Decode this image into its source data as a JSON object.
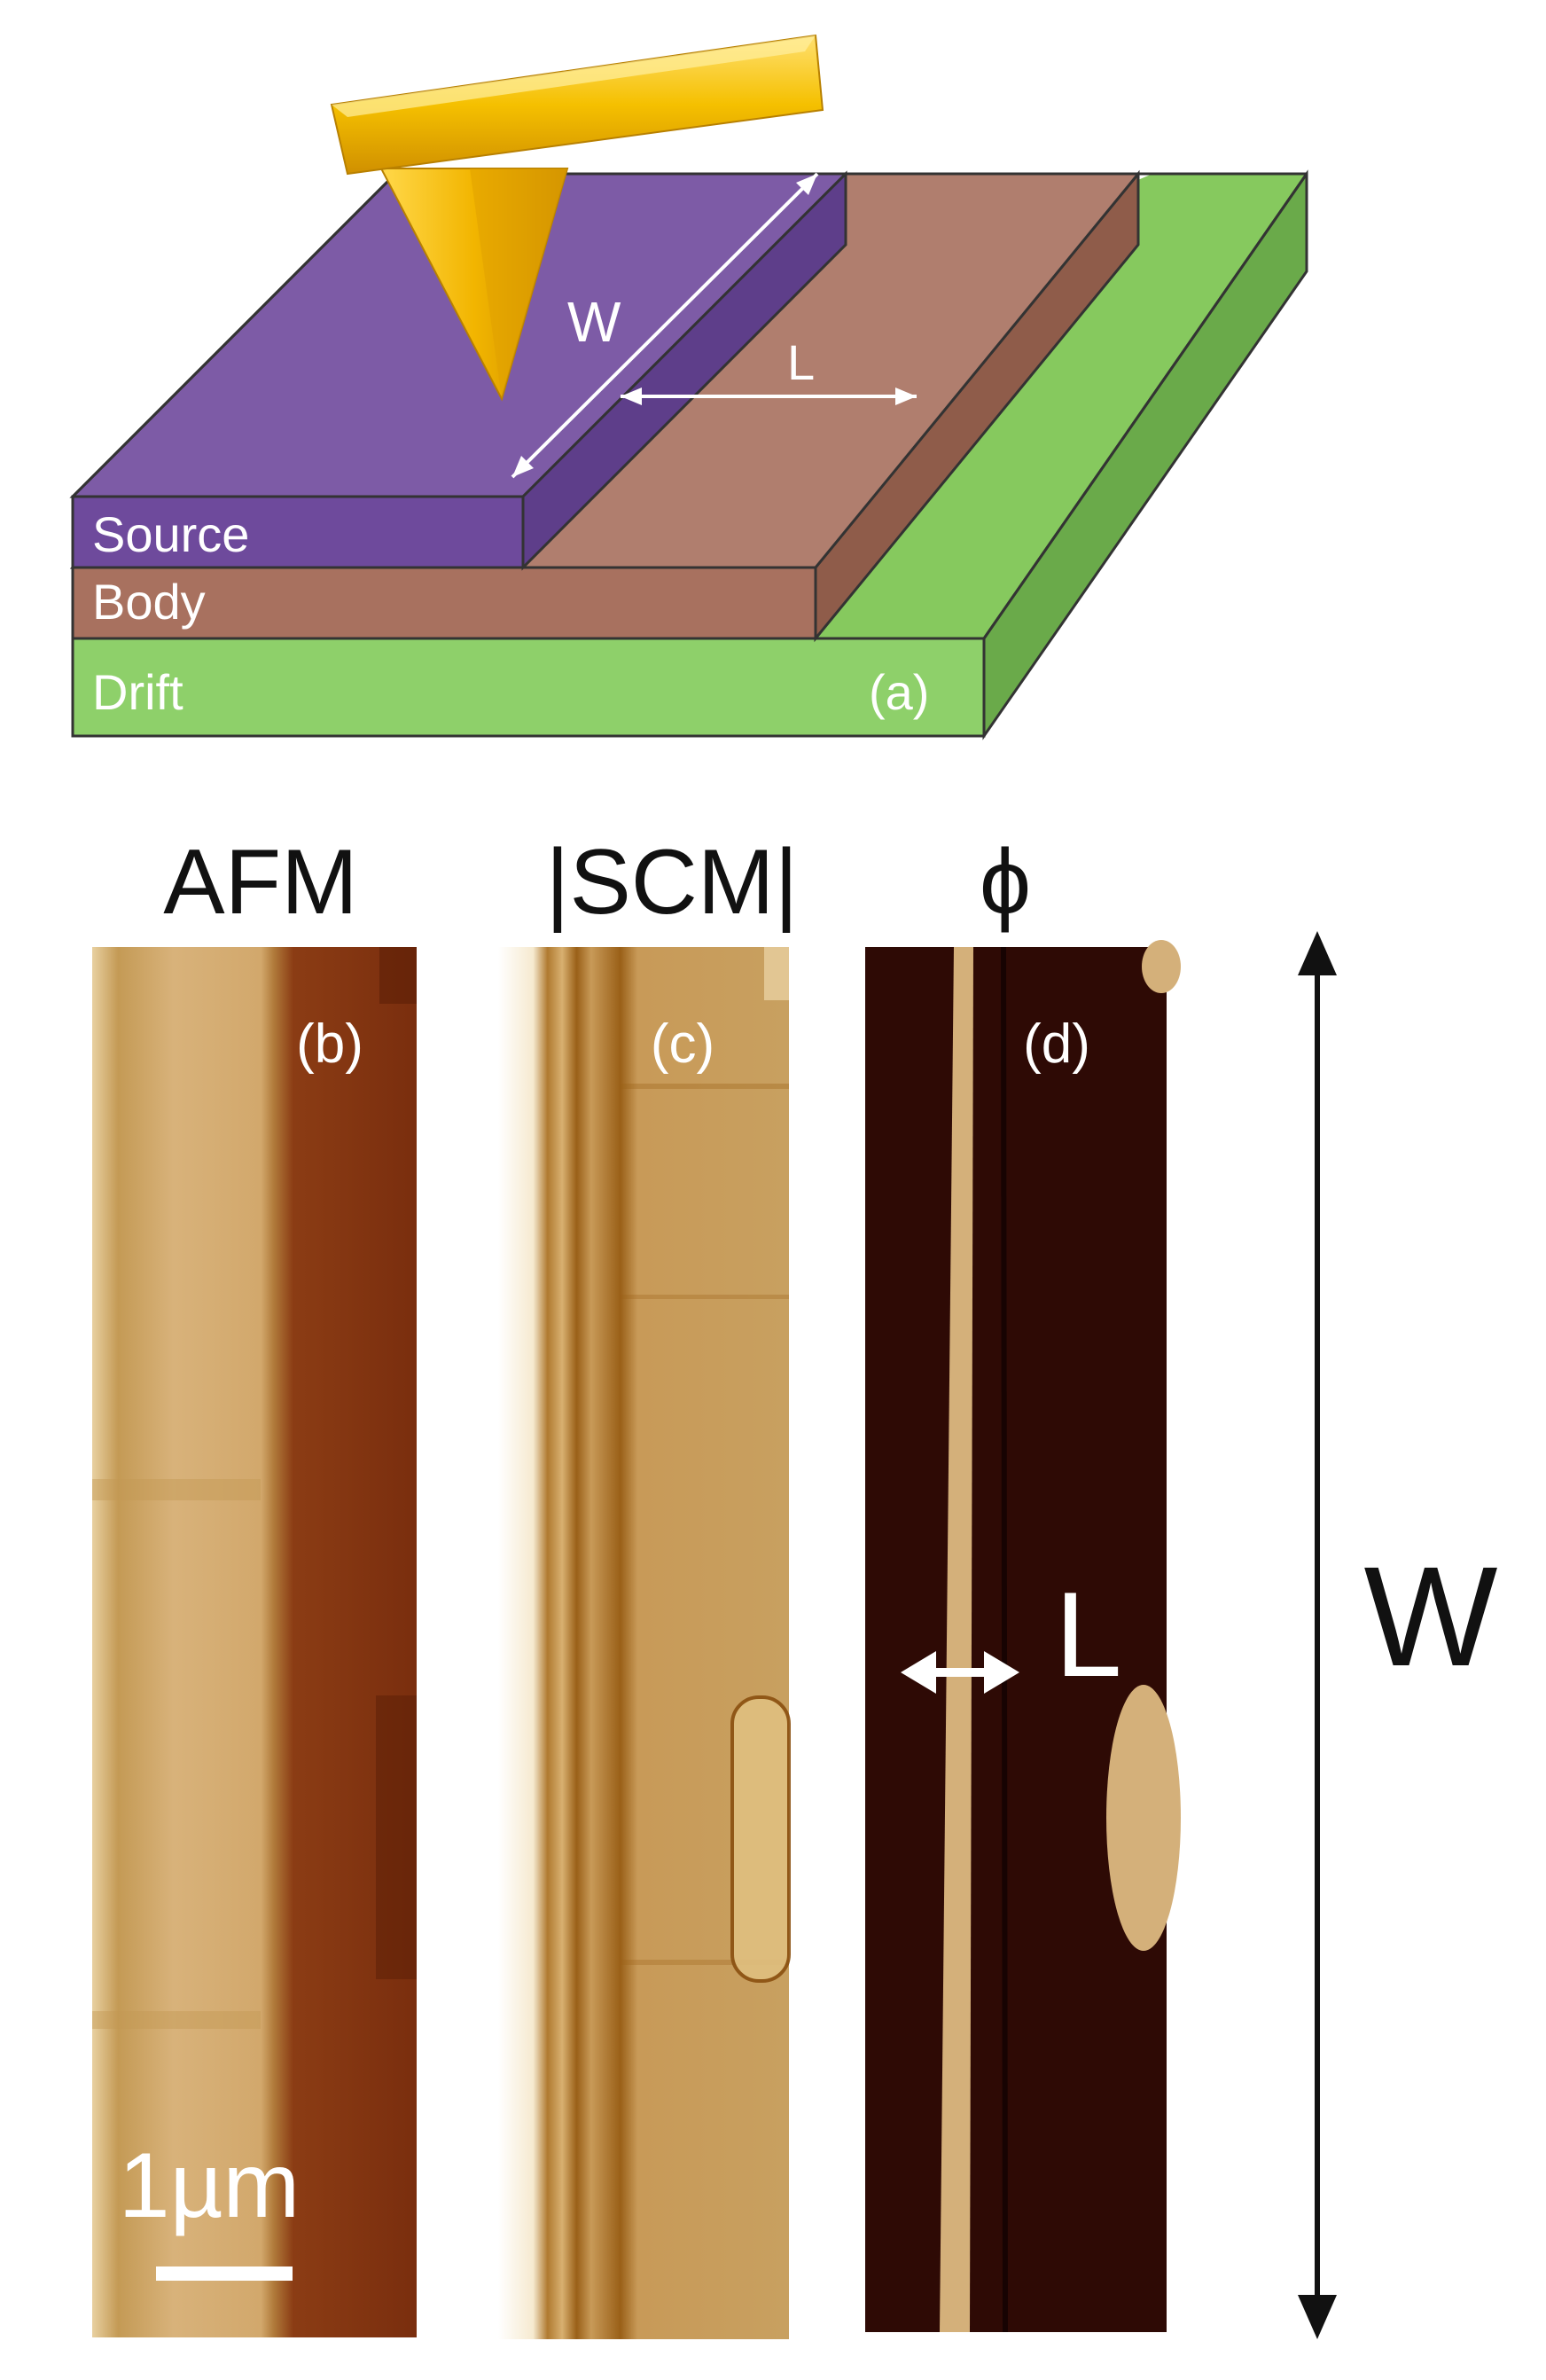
{
  "panel_a": {
    "layers": [
      {
        "name": "Source",
        "color": "#7A5AA0"
      },
      {
        "name": "Body",
        "color": "#A8715F"
      },
      {
        "name": "Drift",
        "color": "#86C95E"
      }
    ],
    "dimension_W": "W",
    "dimension_L": "L",
    "panel_tag": "(a)",
    "tip_color": "#F5C400"
  },
  "panels": [
    {
      "id": "b",
      "header": "AFM",
      "tag": "(b)"
    },
    {
      "id": "c",
      "header": "|SCM|",
      "tag": "(c)"
    },
    {
      "id": "d",
      "header": "ϕ",
      "tag": "(d)"
    }
  ],
  "scale_bar": {
    "label": "1µm"
  },
  "panel_d_L": "L",
  "vertical_W": "W",
  "colors": {
    "afm_dark": "#8A3A14",
    "afm_light": "#D9B57A",
    "scm_mid": "#C8A060",
    "phase_dark": "#2E0A05",
    "phase_light": "#D4B07A"
  }
}
